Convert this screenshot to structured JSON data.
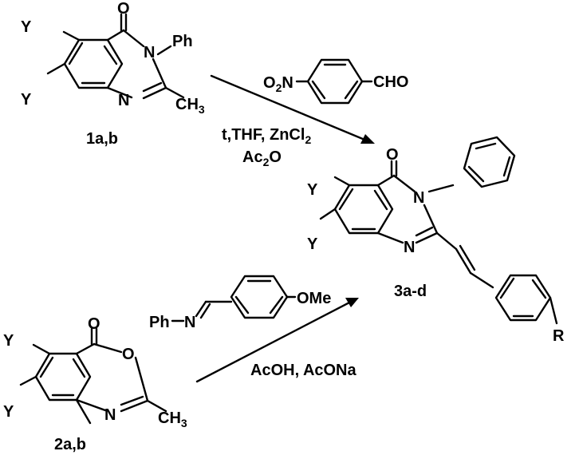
{
  "compounds": {
    "c1": {
      "label": "1a,b"
    },
    "c2": {
      "label": "2a,b"
    },
    "c3": {
      "label": "3a-d"
    }
  },
  "atoms": {
    "y": "Y",
    "o": "O",
    "n": "N",
    "ph": "Ph",
    "ch": "CH",
    "three": "3",
    "r": "R"
  },
  "reagents": {
    "aldehyde": {
      "o": "O",
      "two": "2",
      "n": "N",
      "cho": "CHO"
    },
    "imine": {
      "ph": "Ph",
      "n": "N",
      "ome": "OMe"
    }
  },
  "conditions": {
    "top_line1_a": "t,THF, ZnCl",
    "top_line1_sub": "2",
    "top_line2_a": "Ac",
    "top_line2_sub": "2",
    "top_line2_b": "O",
    "bottom": "AcOH, AcONa"
  },
  "colors": {
    "ink": "#000000",
    "background": "#ffffff"
  }
}
